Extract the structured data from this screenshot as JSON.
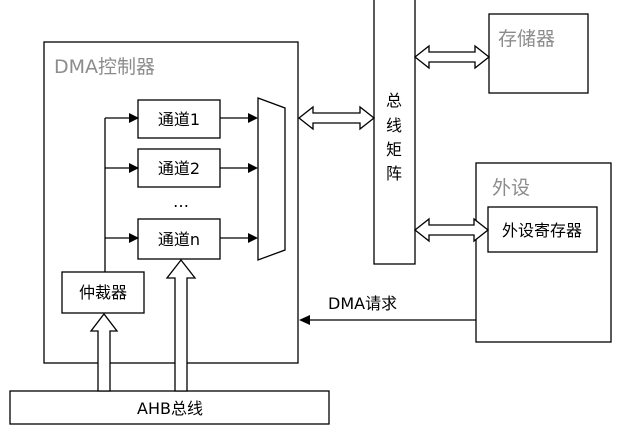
{
  "diagram": {
    "dma_controller": {
      "label": "DMA控制器"
    },
    "channels": [
      {
        "label": "通道1"
      },
      {
        "label": "通道2"
      },
      {
        "label": "通道n"
      }
    ],
    "ellipsis": "…",
    "arbiter": {
      "label": "仲裁器"
    },
    "bus_matrix": {
      "label_chars": [
        "总",
        "线",
        "矩",
        "阵"
      ]
    },
    "memory": {
      "label": "存储器"
    },
    "peripheral": {
      "label": "外设"
    },
    "peripheral_register": {
      "label": "外设寄存器"
    },
    "dma_request": {
      "label": "DMA请求"
    },
    "ahb_bus": {
      "label": "AHB总线"
    }
  }
}
